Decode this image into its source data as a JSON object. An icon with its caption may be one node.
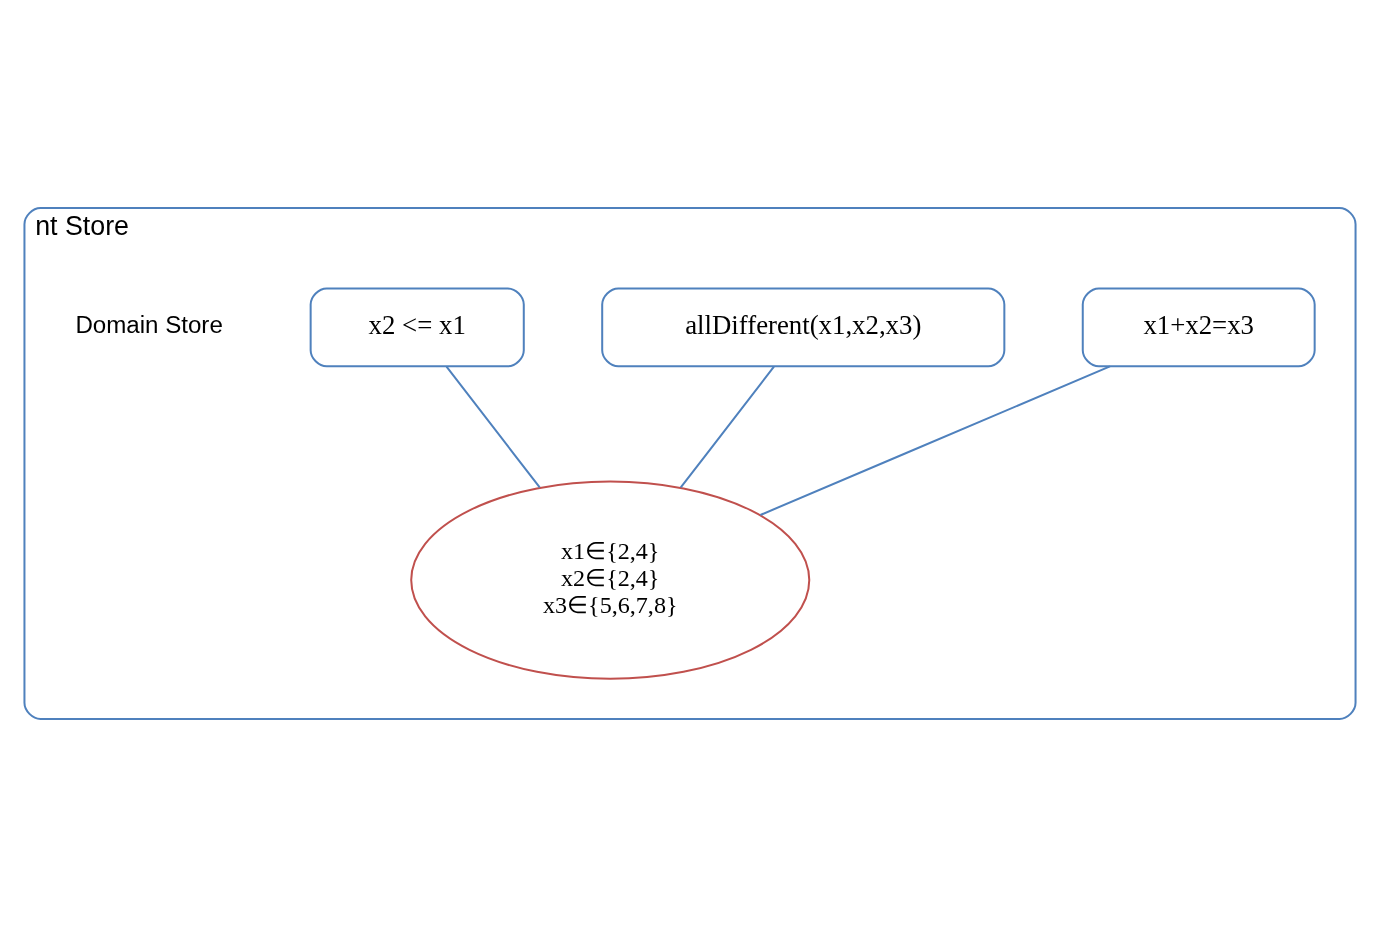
{
  "diagram": {
    "nodes": [
      {
        "text": [
          "nt Store"
        ]
      },
      {
        "text": [
          "x1+x2=x3"
        ],
        "in": 0
      },
      {
        "text": [
          "allDifferent(x1,x2,x3)"
        ],
        "in": 0
      },
      {
        "text": [
          "x2 <= x1"
        ],
        "in": 0
      },
      {
        "text": [
          "x1∈{2,4}",
          "x2∈{2,4}",
          "x3∈{5,6,7,8}"
        ],
        "in": 0
      }
    ],
    "edges": [
      {
        "from": 1,
        "to": 4,
        "arrow": "none"
      },
      {
        "from": 2,
        "to": 4,
        "arrow": "none"
      },
      {
        "from": 3,
        "to": 4,
        "arrow": "none"
      }
    ],
    "labels": [
      "Domain Store"
    ]
  }
}
